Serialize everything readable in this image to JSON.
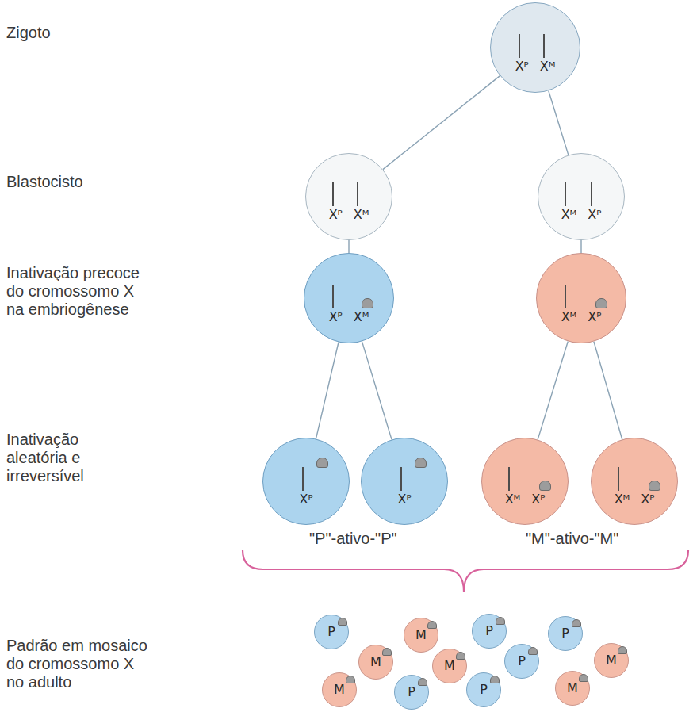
{
  "diagram": {
    "nodes": [
      {
        "text": [
          "Xᴾ",
          "Xᴹ"
        ]
      },
      {
        "text": [
          "Xᴾ",
          "Xᴹ"
        ]
      },
      {
        "text": [
          "Xᴹ",
          "Xᴾ"
        ]
      },
      {
        "text": [
          "Xᴾ",
          "Xᴹ"
        ]
      },
      {
        "text": [
          "Xᴹ",
          "Xᴾ"
        ]
      },
      {
        "text": [
          "Xᴾ"
        ]
      },
      {
        "text": [
          "Xᴾ"
        ]
      },
      {
        "text": [
          "Xᴹ",
          "Xᴾ"
        ]
      },
      {
        "text": [
          "Xᴹ",
          "Xᴾ"
        ]
      },
      {
        "text": [
          "P"
        ]
      },
      {
        "text": [
          "M"
        ]
      },
      {
        "text": [
          "P"
        ]
      },
      {
        "text": [
          "P"
        ]
      },
      {
        "text": [
          "M"
        ]
      },
      {
        "text": [
          "M"
        ]
      },
      {
        "text": [
          "P"
        ]
      },
      {
        "text": [
          "M"
        ]
      },
      {
        "text": [
          "M"
        ]
      },
      {
        "text": [
          "P"
        ]
      },
      {
        "text": [
          "P"
        ]
      },
      {
        "text": [
          "M"
        ]
      }
    ],
    "edges": [
      {
        "from": 0,
        "to": 1,
        "arrow": "none"
      },
      {
        "from": 0,
        "to": 2,
        "arrow": "none"
      },
      {
        "from": 1,
        "to": 3,
        "arrow": "none"
      },
      {
        "from": 2,
        "to": 4,
        "arrow": "none"
      },
      {
        "from": 3,
        "to": 5,
        "arrow": "none"
      },
      {
        "from": 3,
        "to": 6,
        "arrow": "none"
      },
      {
        "from": 4,
        "to": 7,
        "arrow": "none"
      },
      {
        "from": 4,
        "to": 8,
        "arrow": "none"
      }
    ],
    "labels": [
      "Zigoto",
      "Blastocisto",
      "Inativação precoce do cromossomo X na embriogênese",
      "Inativação aleatória e irreversível",
      "\"P\"-ativo-\"P\"",
      "\"M\"-ativo-\"M\"",
      "Padrão em mosaico do cromossomo X no adulto"
    ]
  }
}
